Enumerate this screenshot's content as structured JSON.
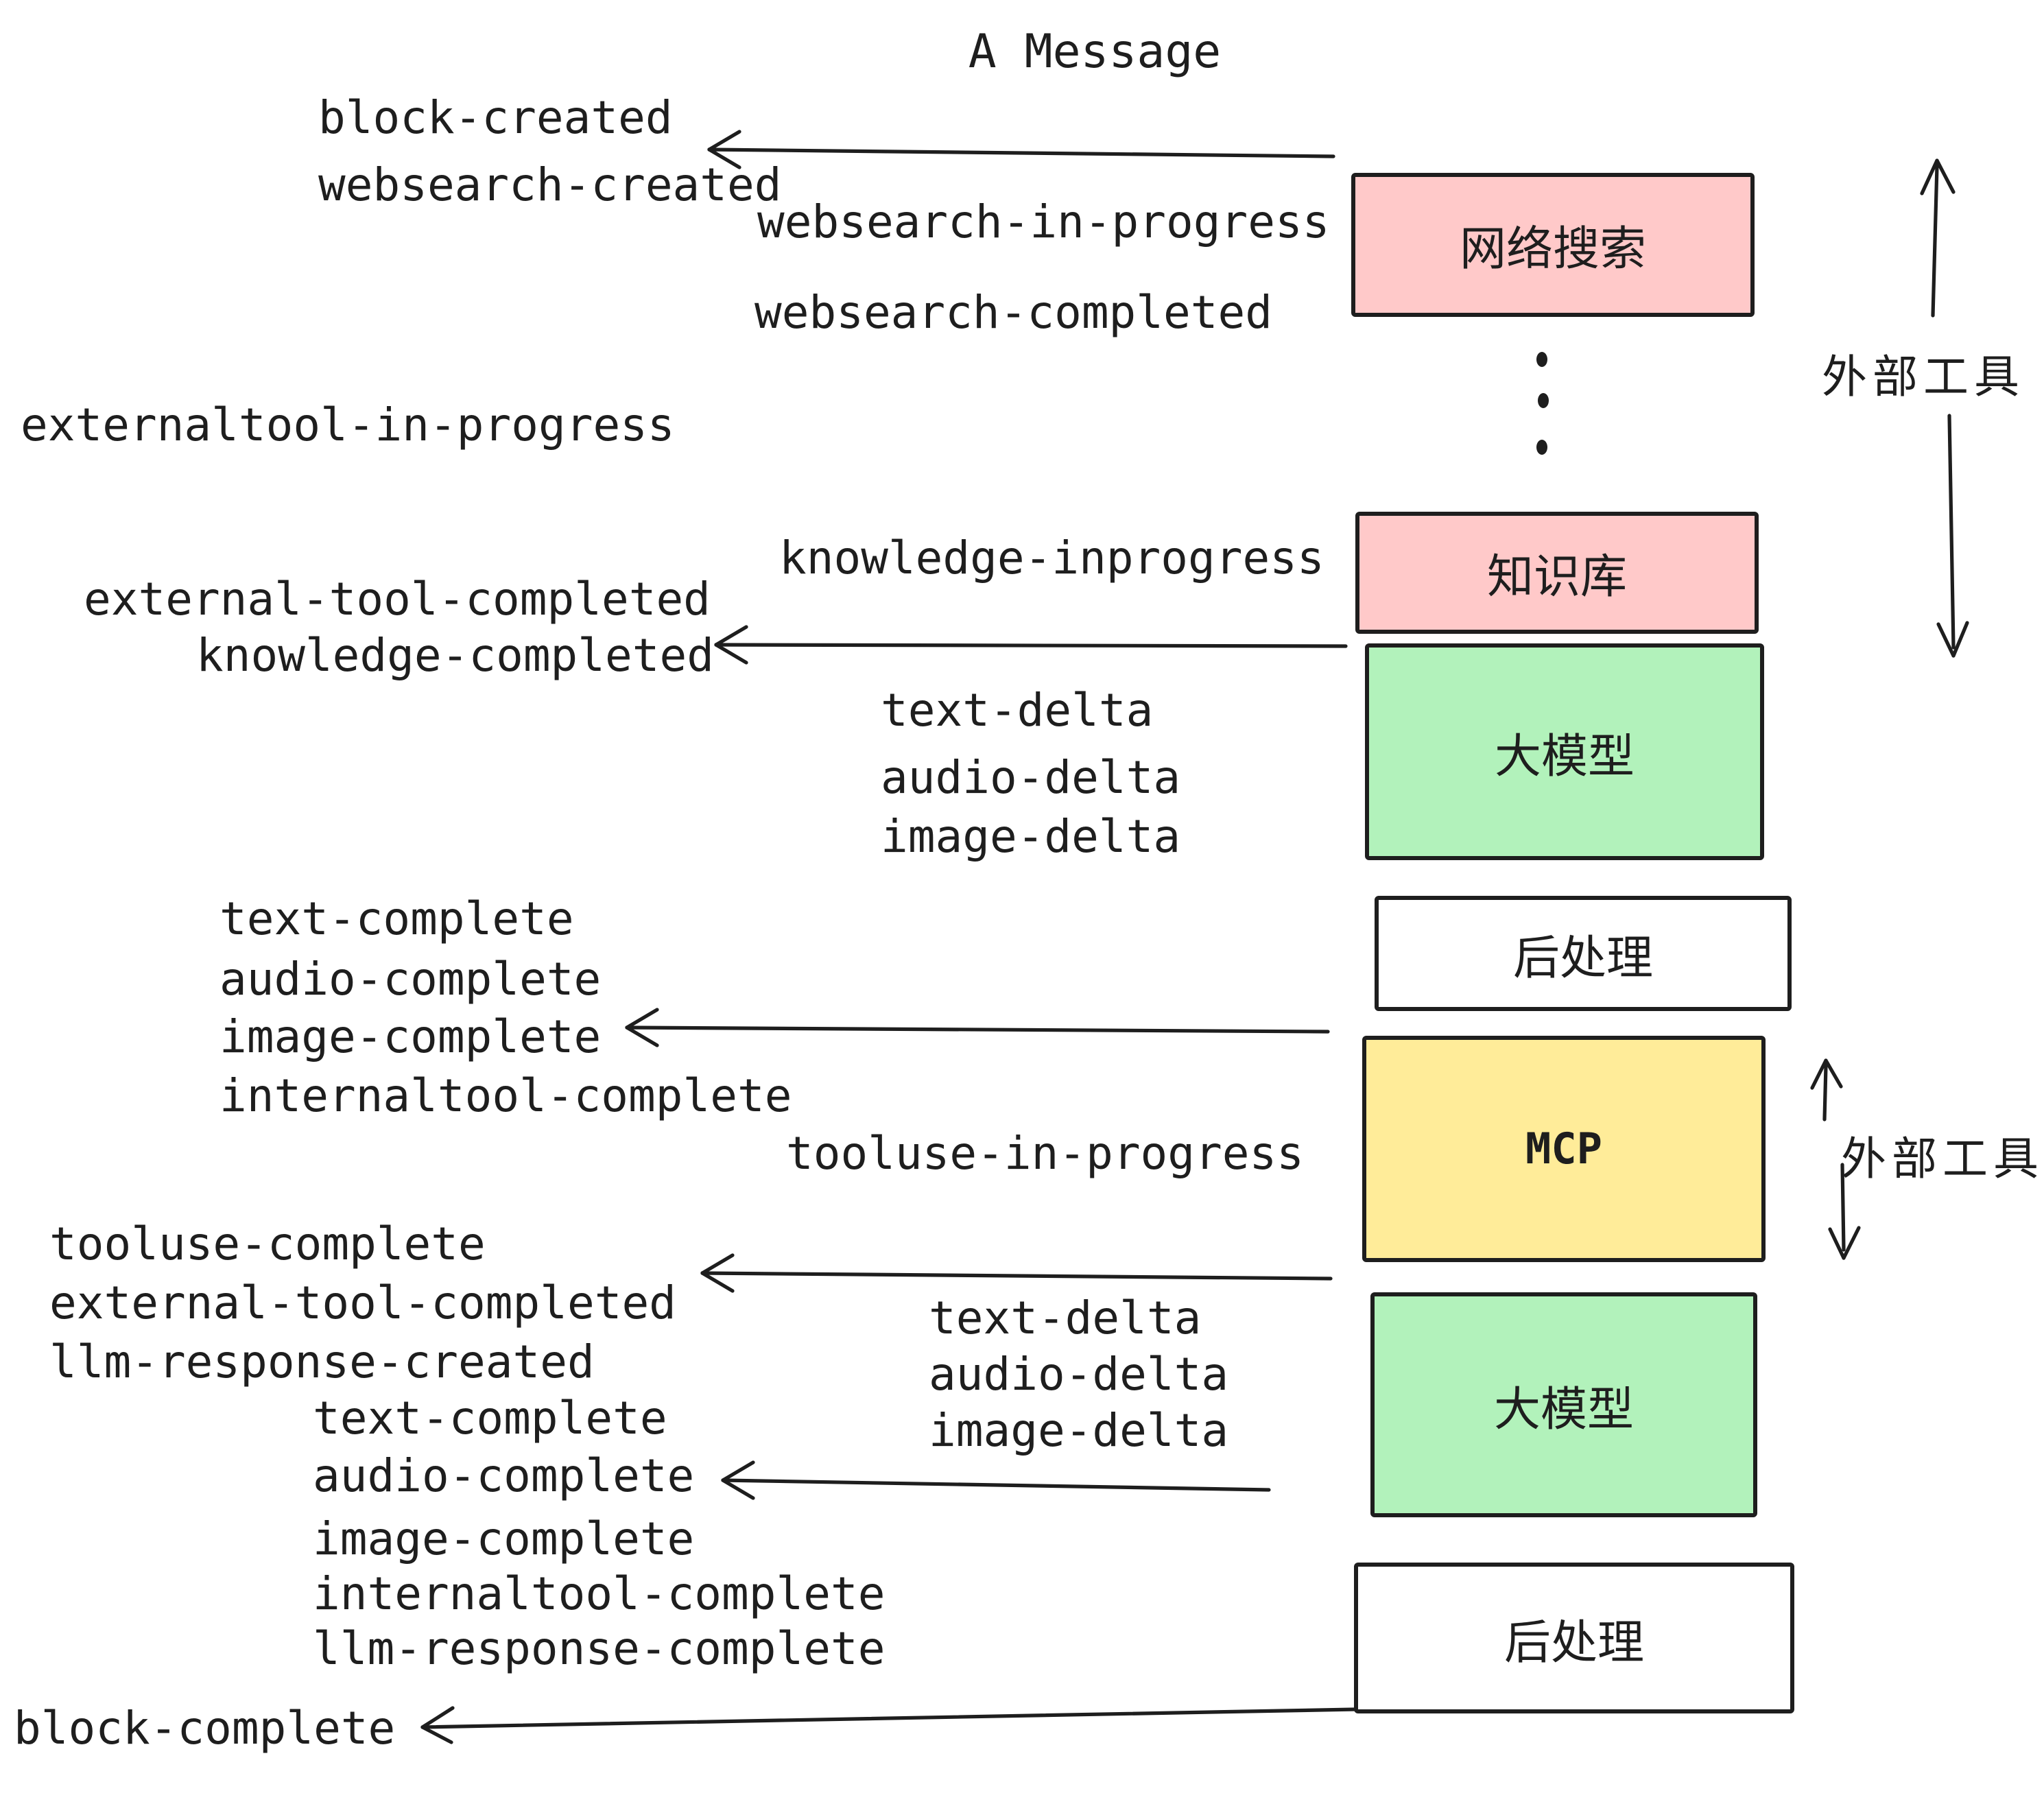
{
  "title": "A Message",
  "events": {
    "block_created": "block-created",
    "websearch_created": "websearch-created",
    "websearch_in_progress": "websearch-in-progress",
    "websearch_completed": "websearch-completed",
    "externaltool_in_progress": "externaltool-in-progress",
    "knowledge_inprogress": "knowledge-inprogress",
    "external_tool_completed": "external-tool-completed",
    "knowledge_completed": "knowledge-completed",
    "text_delta": "text-delta",
    "audio_delta": "audio-delta",
    "image_delta": "image-delta",
    "text_complete": "text-complete",
    "audio_complete": "audio-complete",
    "image_complete": "image-complete",
    "internaltool_complete": "internaltool-complete",
    "tooluse_in_progress": "tooluse-in-progress",
    "tooluse_complete": "tooluse-complete",
    "llm_response_created": "llm-response-created",
    "llm_response_complete": "llm-response-complete",
    "block_complete": "block-complete"
  },
  "boxes": {
    "websearch": {
      "label": "网络搜索",
      "color": "#ffc9c9"
    },
    "knowledge": {
      "label": "知识库",
      "color": "#ffc9c9"
    },
    "llm1": {
      "label": "大模型",
      "color": "#b2f2bb"
    },
    "post1": {
      "label": "后处理",
      "color": "#ffffff"
    },
    "mcp": {
      "label": "MCP",
      "color": "#ffec99"
    },
    "llm2": {
      "label": "大模型",
      "color": "#b2f2bb"
    },
    "post2": {
      "label": "后处理",
      "color": "#ffffff"
    }
  },
  "side_labels": {
    "external_tools_top": "外部工具",
    "external_tools_mid": "外部工具"
  },
  "colors": {
    "pink": "#ffc9c9",
    "green": "#b2f2bb",
    "yellow": "#ffec99",
    "white": "#ffffff",
    "stroke": "#1e1e1e"
  }
}
